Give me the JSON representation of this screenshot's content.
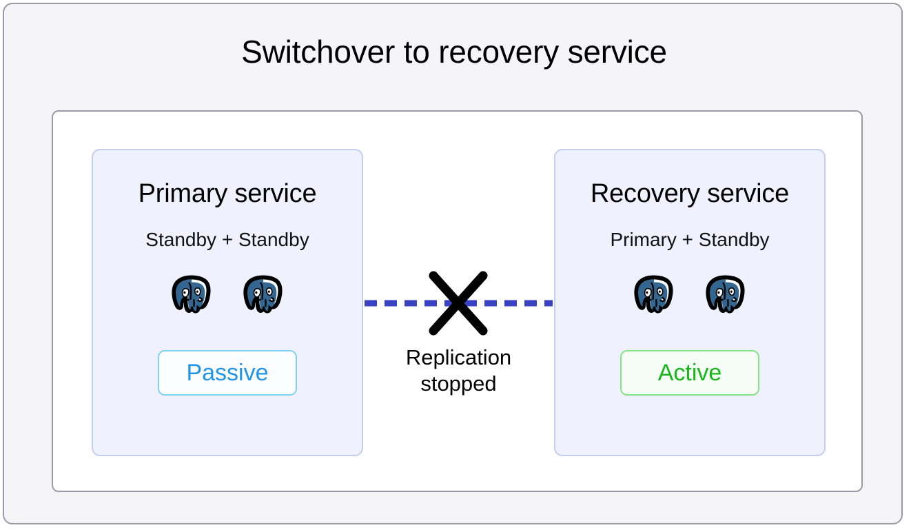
{
  "diagram": {
    "title": "Switchover to recovery service",
    "type": "failover-topology",
    "colors": {
      "page_background": "#f5f5f7",
      "frame_border": "#9a9aa6",
      "panel_background": "#ffffff",
      "card_background": "#eff2fe",
      "card_border": "#c2cdf0",
      "replication_line": "#3a42c4",
      "cross_mark": "#000000",
      "passive_text": "#1e95e8",
      "passive_border": "#7fd2f5",
      "active_text": "#18b618",
      "active_border": "#84e184",
      "postgres_blue": "#336791"
    },
    "cards": [
      {
        "id": "primary-service",
        "title": "Primary service",
        "subtitle": "Standby + Standby",
        "node_count": 2,
        "node_icon": "postgresql-elephant-icon",
        "status": "Passive"
      },
      {
        "id": "recovery-service",
        "title": "Recovery service",
        "subtitle": "Primary + Standby",
        "node_count": 2,
        "node_icon": "postgresql-elephant-icon",
        "status": "Active"
      }
    ],
    "link": {
      "style": "dashed",
      "state": "broken",
      "marker_icon": "cross-mark-icon",
      "caption_line1": "Replication",
      "caption_line2": "stopped"
    }
  }
}
